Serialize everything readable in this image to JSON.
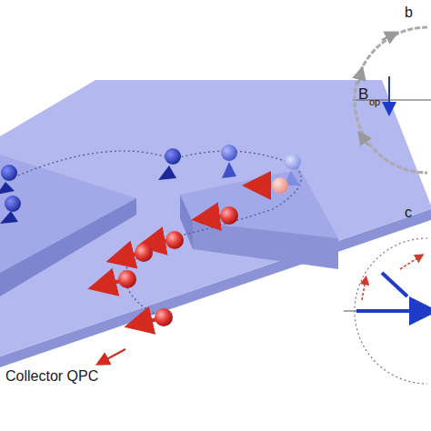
{
  "diagram": {
    "labels": [
      "B",
      "op",
      "Collector QPC",
      "b",
      "c"
    ]
  }
}
